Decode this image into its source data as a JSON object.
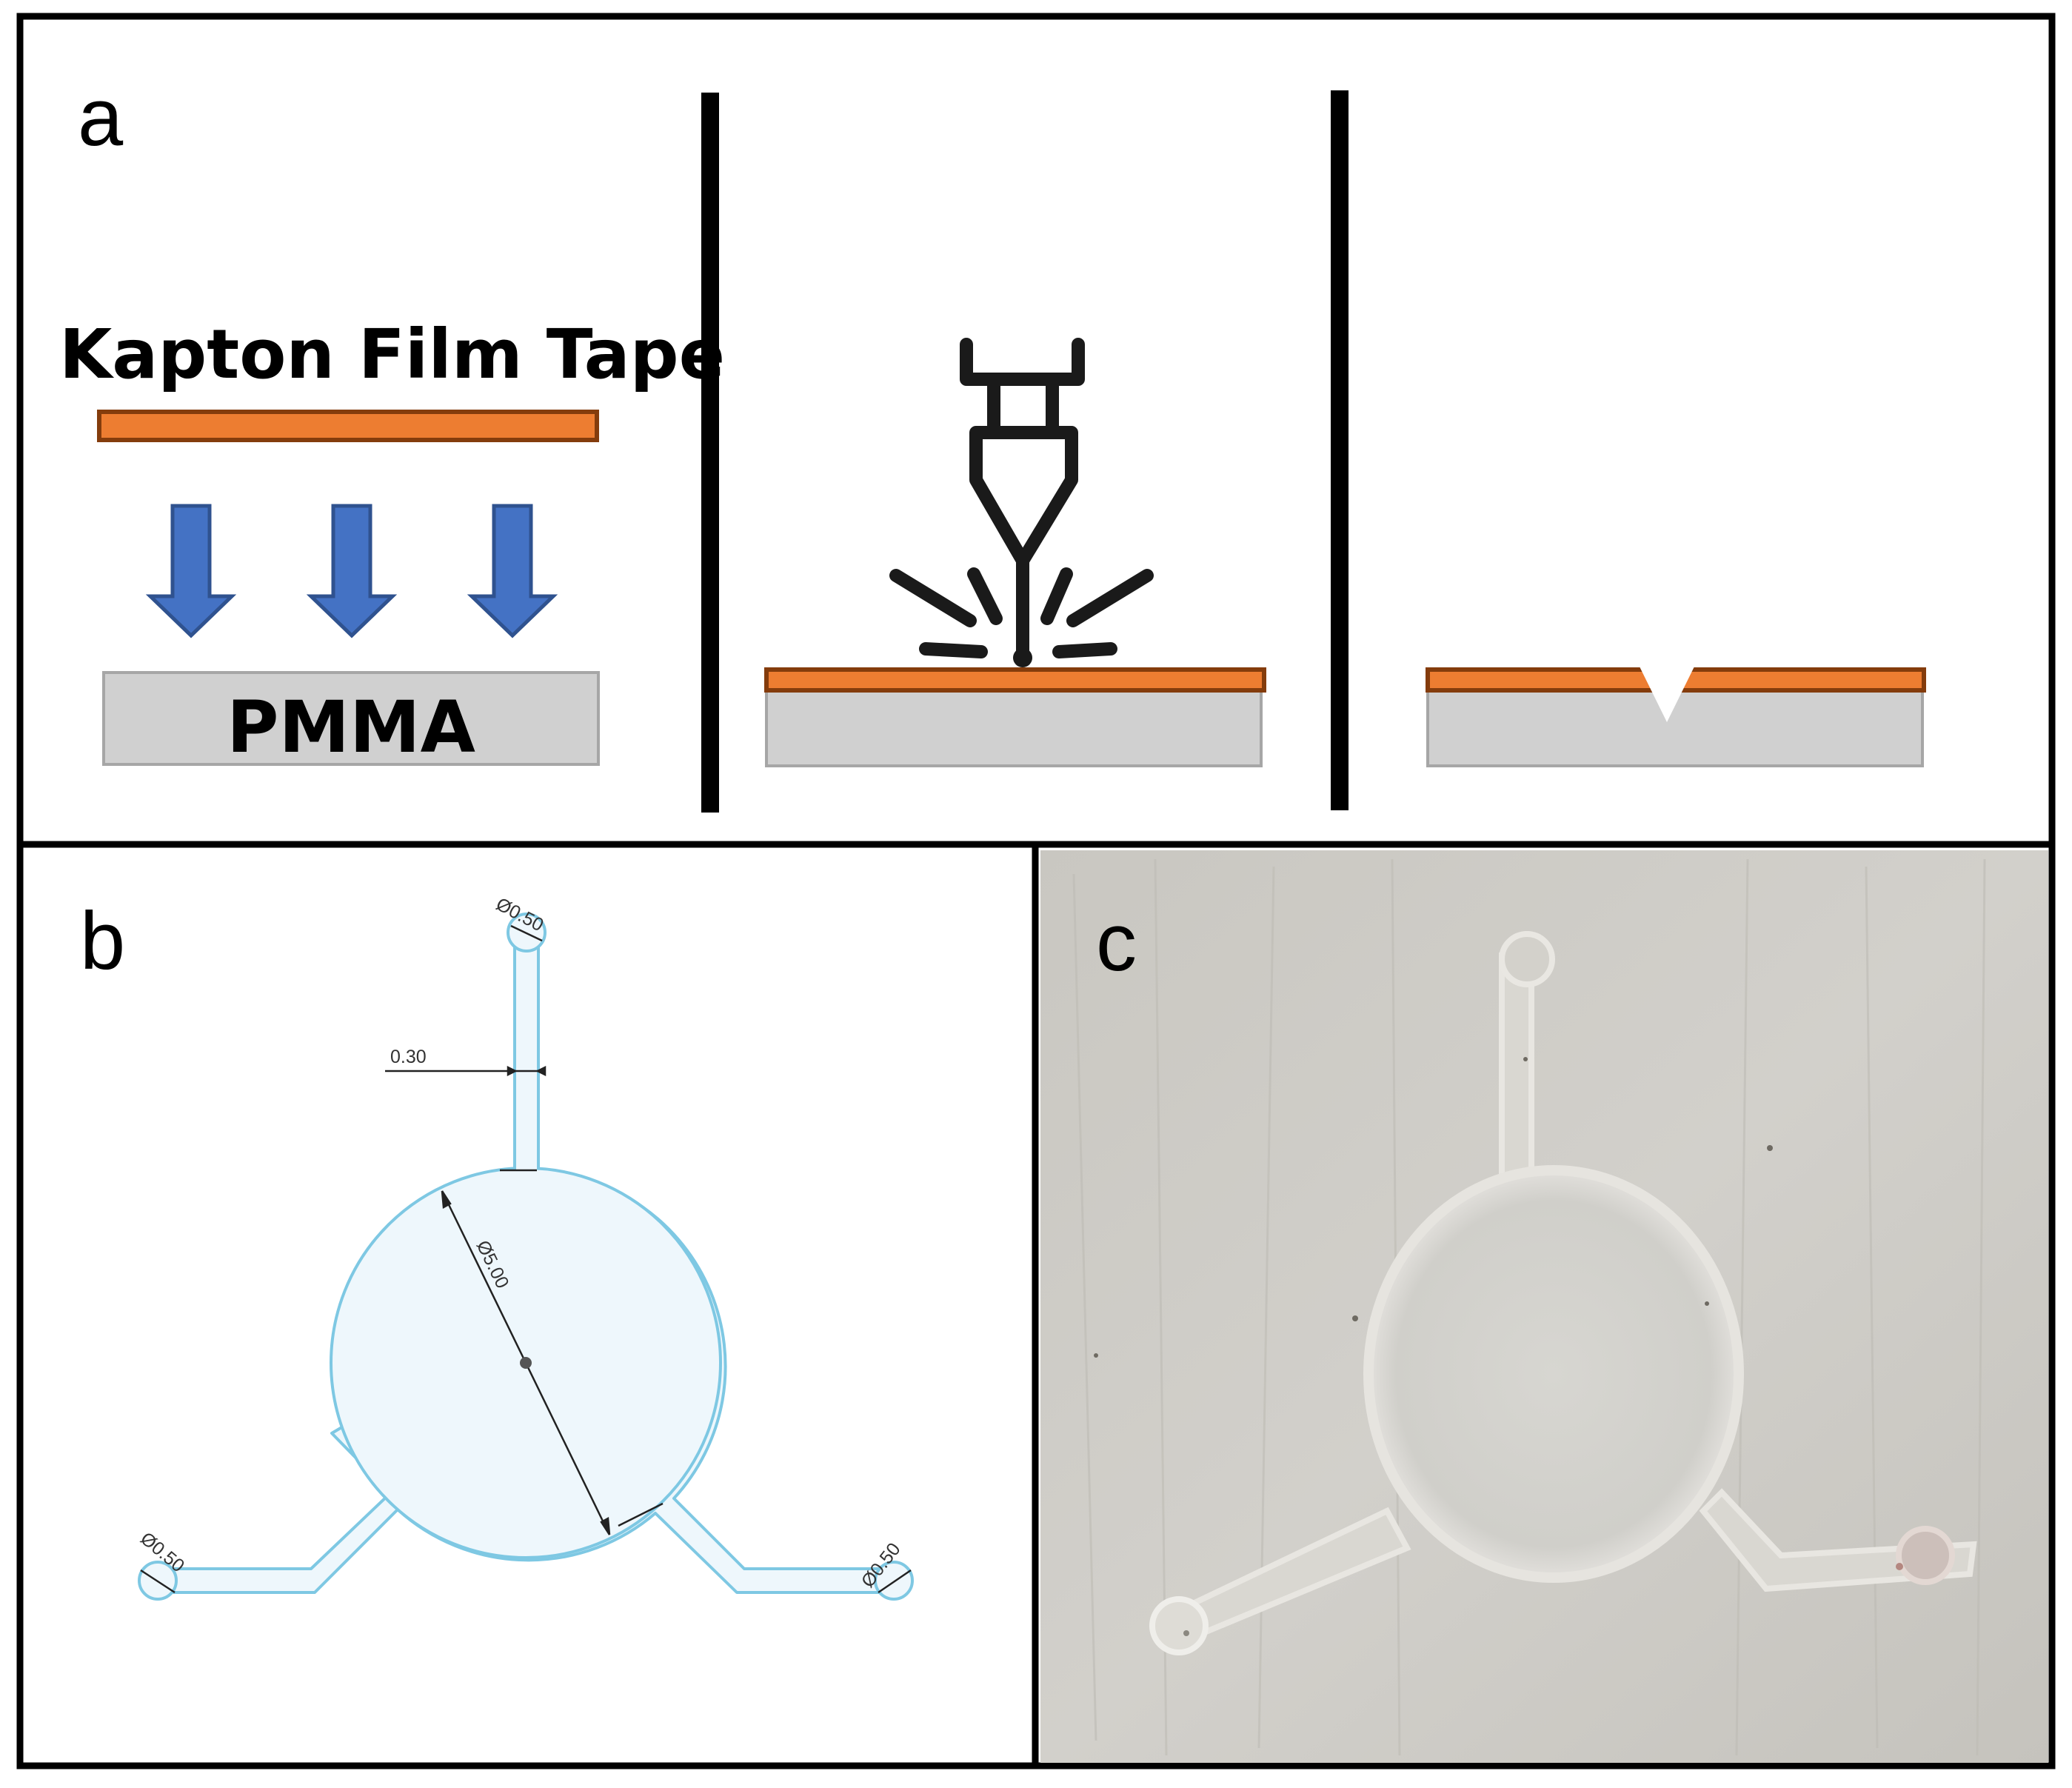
{
  "panel_a": {
    "label": "a",
    "tape_label": "Kapton Film Tape",
    "substrate_label": "PMMA",
    "colors": {
      "tape_fill": "#ed7d31",
      "tape_border": "#843c0c",
      "arrow": "#4472c4",
      "arrow_border": "#2f528f",
      "substrate": "#d0d0d0"
    }
  },
  "panel_b": {
    "label": "b",
    "dimensions": {
      "port_top": "Ø0.50",
      "port_left": "Ø0.50",
      "port_right": "Ø0.50",
      "channel_width": "0.30",
      "chamber_diameter": "Ø5.00"
    },
    "colors": {
      "outline": "#7ec8e3",
      "fill": "#eef7fc"
    }
  },
  "panel_c": {
    "label": "c",
    "photo_description_icon": "photo-of-engraved-chamber"
  }
}
